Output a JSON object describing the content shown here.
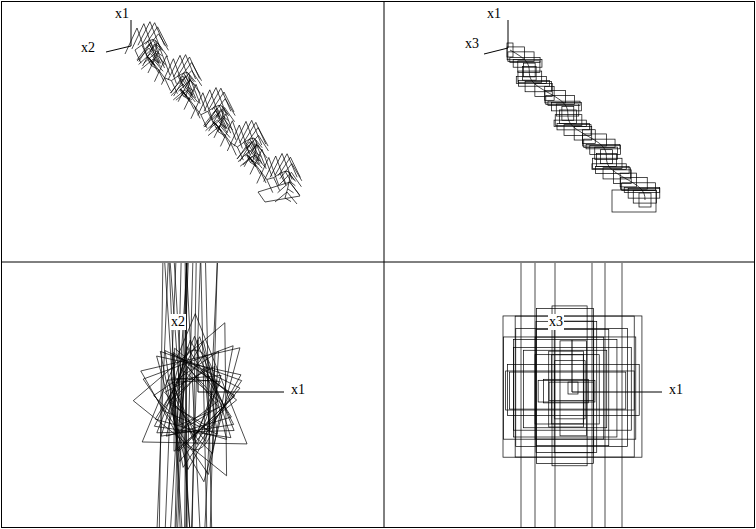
{
  "diagram": {
    "labels": [
      "x1",
      "x2",
      "x1",
      "x3",
      "x2",
      "x1",
      "x3",
      "x1"
    ]
  }
}
